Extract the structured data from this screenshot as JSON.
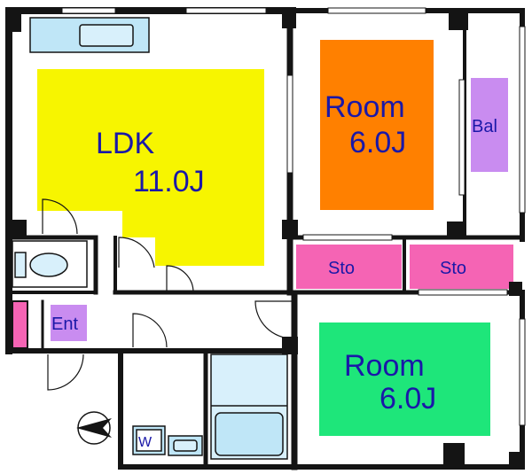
{
  "rooms": {
    "ldk": {
      "name": "LDK",
      "size": "11.0J"
    },
    "room_north": {
      "name": "Room",
      "size": "6.0J"
    },
    "room_south": {
      "name": "Room",
      "size": "6.0J"
    },
    "balcony": {
      "name": "Bal"
    },
    "storage_left": {
      "name": "Sto"
    },
    "storage_right": {
      "name": "Sto"
    },
    "entrance": {
      "name": "Ent"
    },
    "washer": {
      "name": "W"
    }
  },
  "colors": {
    "ldk": "#f7f500",
    "room_north": "#ff8000",
    "room_south": "#1ee67a",
    "storage": "#f564b4",
    "balcony": "#c98cf0",
    "entrance_label": "#c98cf0",
    "entrance_door": "#f564b4",
    "fixtures": "#bfe6f7",
    "wall": "#141414"
  },
  "icons": {
    "compass": "north-arrow-icon",
    "toilet": "toilet-icon",
    "bathtub": "bathtub-icon",
    "kitchen_sink": "kitchen-sink-icon",
    "washbasin": "washbasin-icon"
  }
}
